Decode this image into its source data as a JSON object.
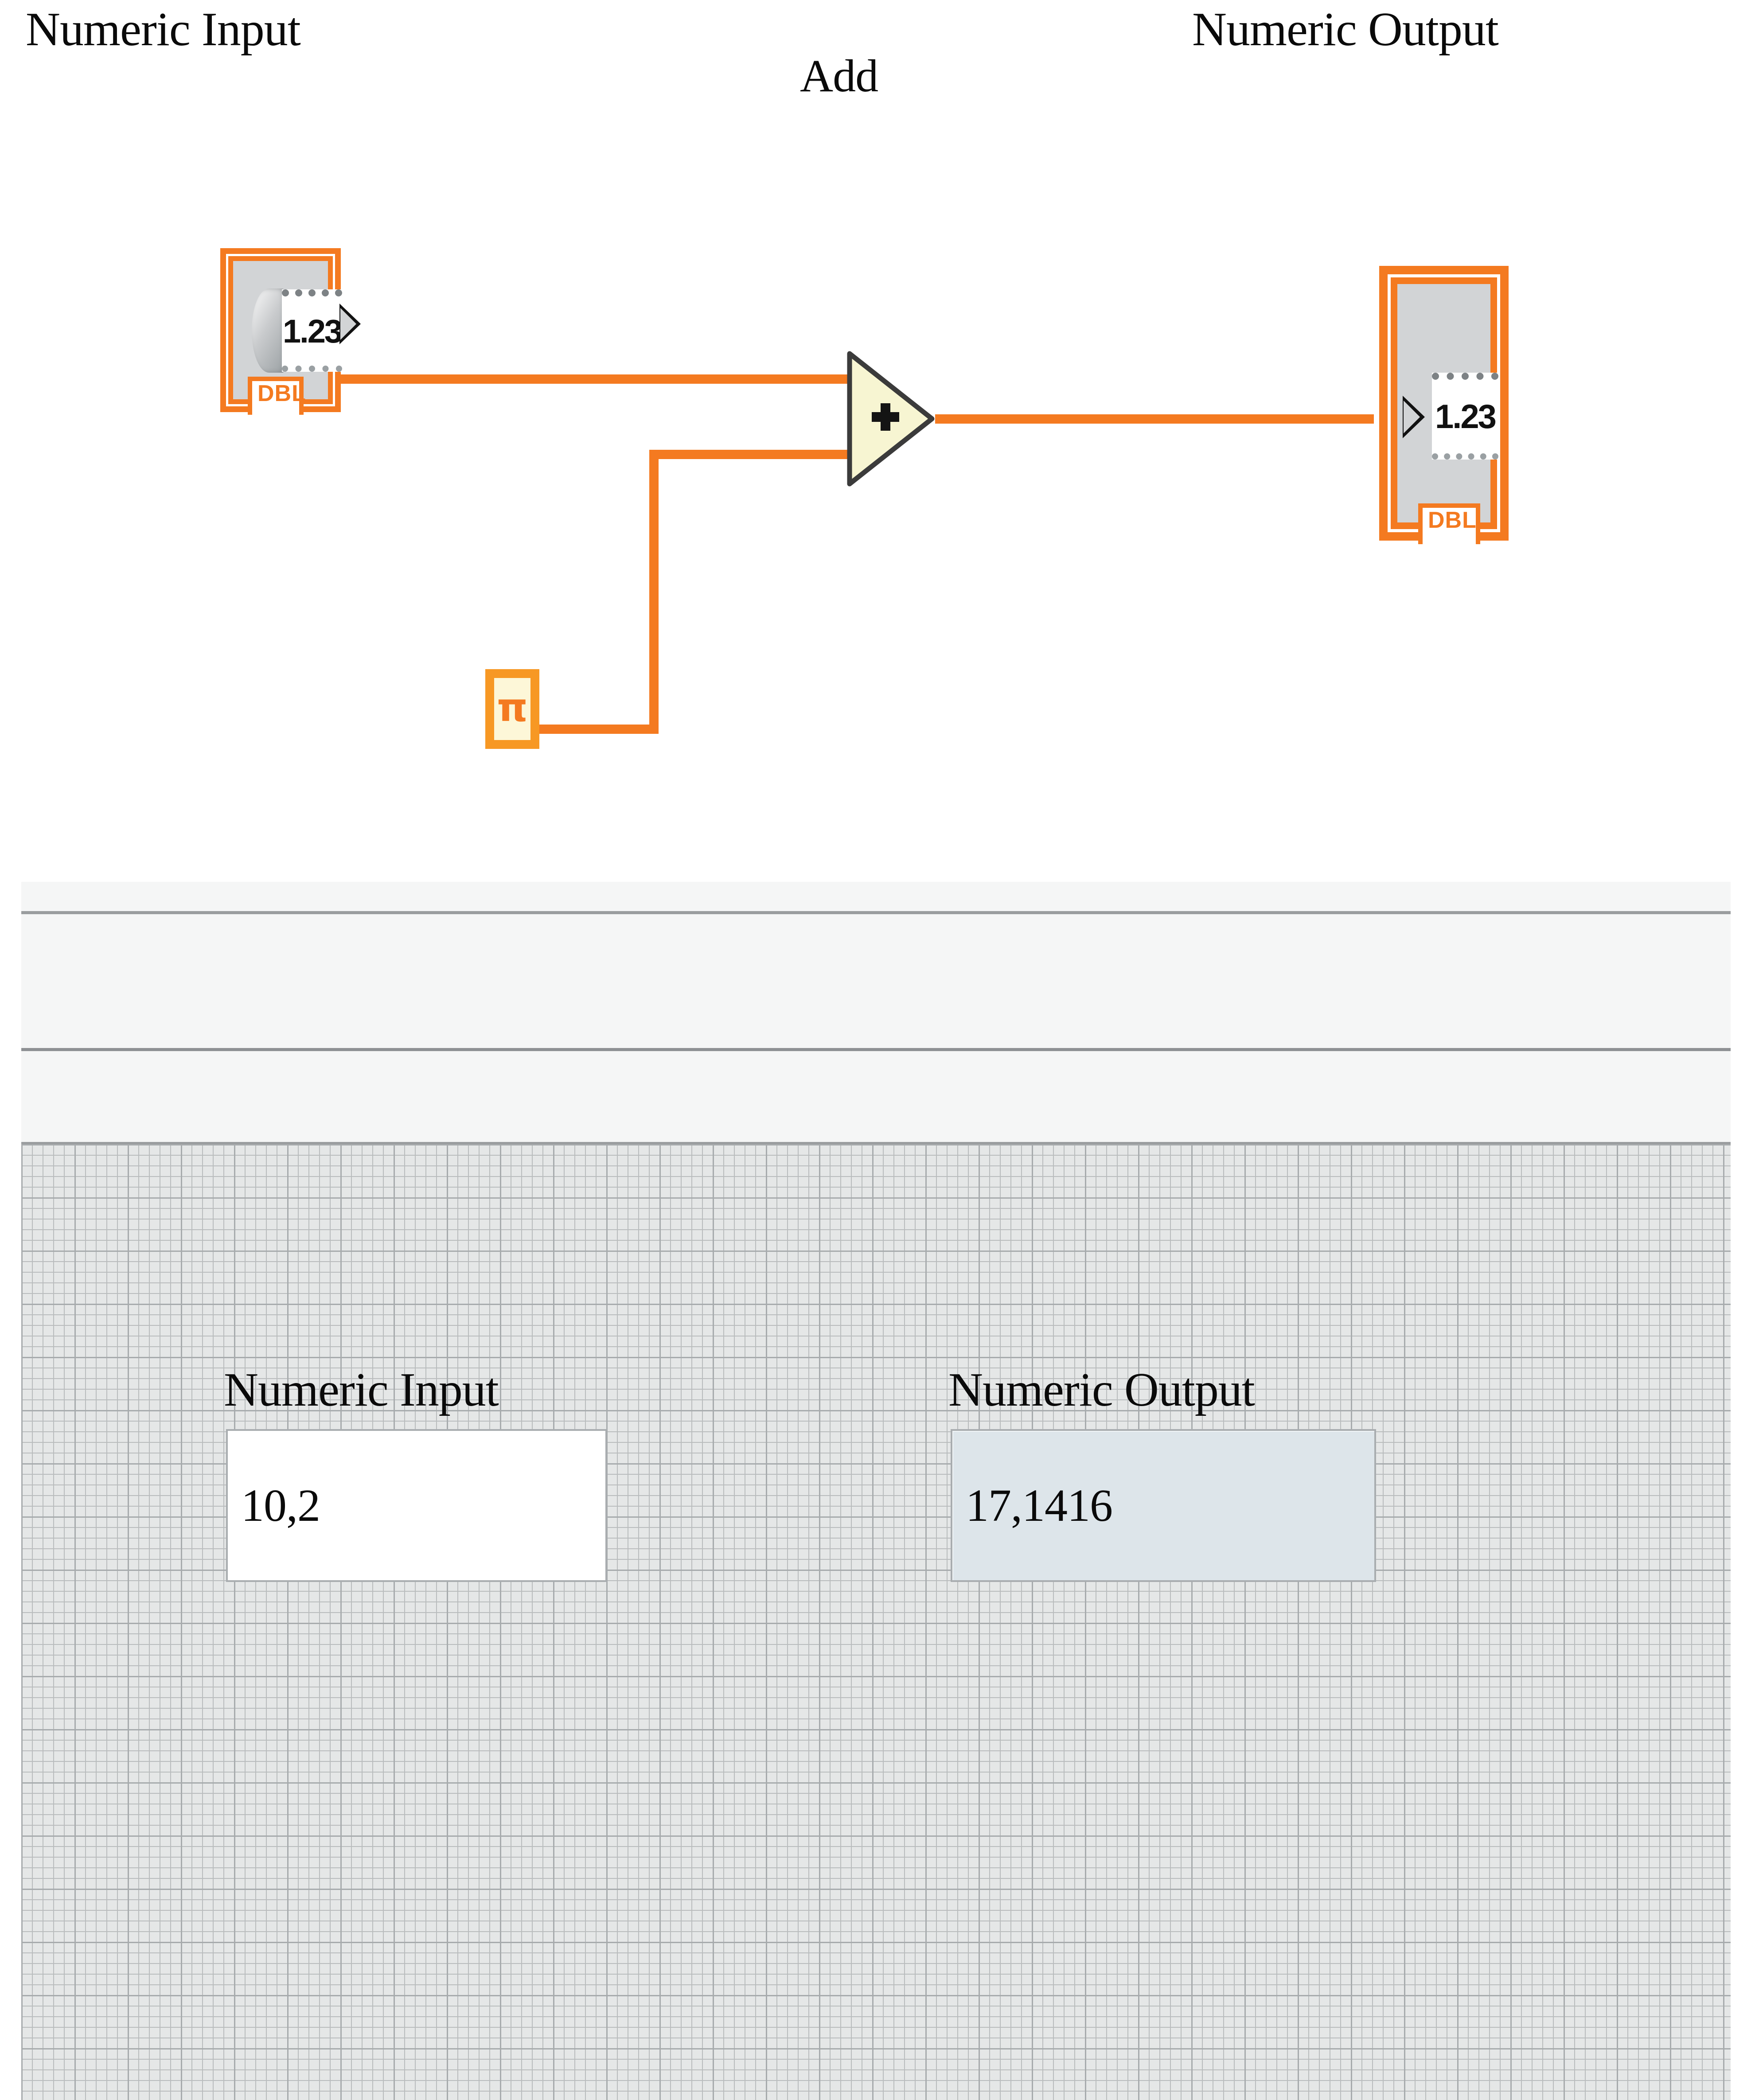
{
  "block_diagram": {
    "label_numeric_input": "Numeric Input",
    "label_numeric_output": "Numeric Output",
    "label_add": "Add",
    "input_terminal": {
      "icon_value": "1.23",
      "datatype_tag": "DBL"
    },
    "output_terminal": {
      "icon_value": "1.23",
      "datatype_tag": "DBL"
    },
    "pi_constant": {
      "glyph": "π"
    },
    "add_node": {
      "operator": "+"
    },
    "colors": {
      "wire_dbl": "#f47a20",
      "terminal_border": "#f47a20",
      "constant_border": "#f79824",
      "constant_fill": "#fdf7d8",
      "add_fill": "#f7f5d2",
      "add_border": "#3b3b3b"
    }
  },
  "front_panel": {
    "numeric_input": {
      "label": "Numeric Input",
      "value": "10,2"
    },
    "numeric_output": {
      "label": "Numeric Output",
      "value": "17,1416"
    },
    "colors": {
      "grid_background": "#e5e7e7",
      "grid_line": "#b9bcbd",
      "control_fill": "#ffffff",
      "indicator_fill": "#dde5ea",
      "field_border": "#a9adb0",
      "toolbar_band": "#f5f6f6"
    }
  }
}
